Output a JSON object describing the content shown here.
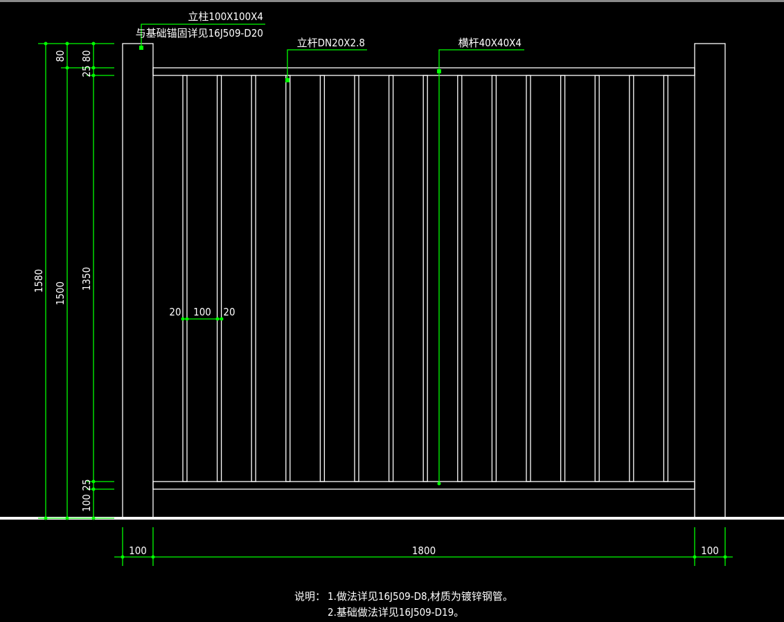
{
  "labels": {
    "post_spec": "立柱100X100X4",
    "post_anchor": "与基础锚固详见16J509-D20",
    "baluster_spec": "立杆DN20X2.8",
    "rail_spec": "横杆40X40X4"
  },
  "dimensions": {
    "total_height": "1580",
    "fence_height": "1500",
    "top_post_extra": "80",
    "top_rail": "25",
    "top_offset": "80",
    "infill_height": "1350",
    "bottom_rail": "25",
    "bottom_gap": "100",
    "baluster_left": "20",
    "baluster_spacing": "100",
    "baluster_right": "20",
    "left_post_width": "100",
    "span_width": "1800",
    "right_post_width": "100"
  },
  "notes": {
    "heading": "说明：",
    "line1": "1.做法详见16J509-D8,材质为镀锌钢管。",
    "line2": "2.基础做法详见16J509-D19。"
  },
  "drawing": {
    "baluster_count": 15,
    "line_color": "#ffffff",
    "dimension_color": "#00ff00"
  }
}
